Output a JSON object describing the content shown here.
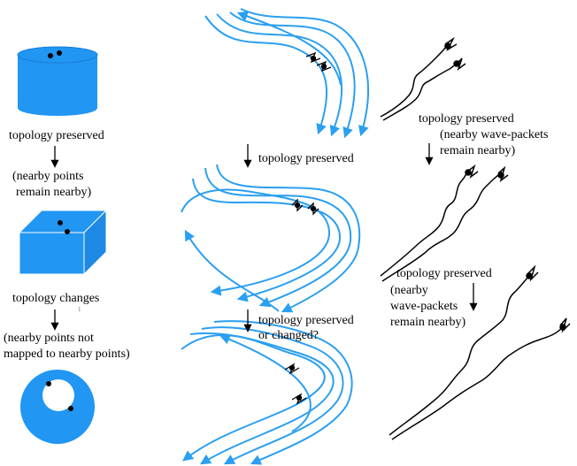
{
  "colors": {
    "shape_fill": "#2196f3",
    "shape_edge": "#1565c0",
    "flow_line": "#2b9ff0",
    "ink": "#000000",
    "background": "#ffffff"
  },
  "left_panel": {
    "label_1": "topology preserved",
    "note_1_line1": "(nearby points",
    "note_1_line2": "remain nearby)",
    "label_2": "topology changes",
    "note_2_line1": "(nearby points not",
    "note_2_line2": "mapped to nearby points)",
    "stray_mark": "1",
    "shapes": [
      "cylinder",
      "cube",
      "torus"
    ]
  },
  "middle_panel": {
    "label_1": "topology preserved",
    "label_2_line1": "topology preserved",
    "label_2_line2": "or changed?"
  },
  "right_panel": {
    "label_1": "topology preserved",
    "note_1_line1": "(nearby wave-packets",
    "note_1_line2": "remain nearby)",
    "label_2": "topology preserved",
    "note_2_line1": "(nearby",
    "note_2_line2": "wave-packets",
    "note_2_line3": "remain nearby)"
  }
}
